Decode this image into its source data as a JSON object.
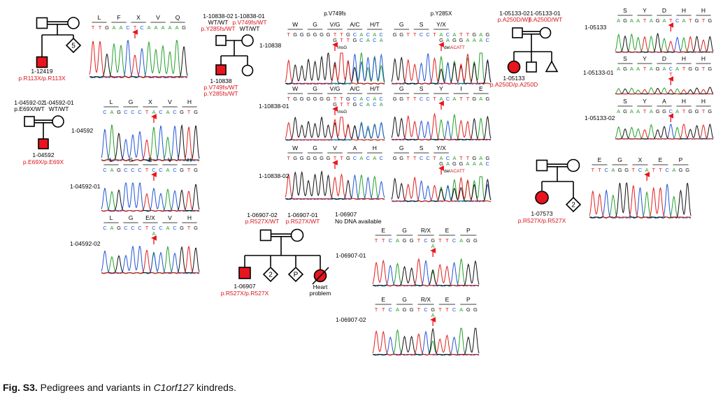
{
  "caption": {
    "label": "Fig. S3.",
    "text_before": " Pedigrees and variants in ",
    "gene": "C1orf127",
    "text_after": " kindreds."
  },
  "colors": {
    "affected": "#e8141e",
    "variant_text": "#d9141c",
    "arrow": "#e8141e",
    "base_A": "#22a02a",
    "base_C": "#2255d6",
    "base_G": "#111111",
    "base_T": "#e0201e"
  },
  "pedigrees": [
    {
      "id": "ped-12419",
      "members": [
        {
          "id": "1-12419",
          "genotype": "p.R113X/p.R113X",
          "affected": true
        }
      ],
      "sibling_count": "5"
    },
    {
      "id": "ped-04592",
      "members": [
        {
          "id": "1-04592-02",
          "genotype": "p.E69X/WT"
        },
        {
          "id": "1-04592-01",
          "genotype": "WT/WT"
        },
        {
          "id": "1-04592",
          "genotype": "p.E69X/p.E69X",
          "affected": true
        }
      ]
    },
    {
      "id": "ped-10838",
      "members": [
        {
          "id": "1-10838-02",
          "genotype_lines": [
            "WT/WT",
            "p.Y285fs/WT"
          ]
        },
        {
          "id": "1-10838-01",
          "genotype_lines": [
            "p.V749fs/WT",
            "WT/WT"
          ]
        },
        {
          "id": "1-10838",
          "genotype_lines": [
            "p.V749fs/WT",
            "p.Y285fs/WT"
          ],
          "affected": true
        }
      ]
    },
    {
      "id": "ped-05133",
      "members": [
        {
          "id": "1-05133-02",
          "genotype": "p.A250D/WT"
        },
        {
          "id": "1-05133-01",
          "genotype": "p.A250D/WT"
        },
        {
          "id": "1-05133",
          "genotype": "p.A250D/p.A250D",
          "affected": true
        }
      ]
    },
    {
      "id": "ped-07573",
      "members": [
        {
          "id": "1-07573",
          "genotype": "p.R527X/p.R527X",
          "affected": true
        }
      ],
      "sibling_count": "2"
    },
    {
      "id": "ped-06907",
      "members": [
        {
          "id": "1-06907-02",
          "genotype": "p.R527X/WT"
        },
        {
          "id": "1-06907-01",
          "genotype": "p.R527X/WT"
        },
        {
          "id": "1-06907",
          "genotype": "p.R527X/p.R527X",
          "affected": true
        }
      ],
      "sibling_count": "2",
      "pregnancy_label": "P",
      "deceased_note": "Heart problem"
    }
  ],
  "traces": [
    {
      "id": "t12419",
      "sample": "",
      "aa": [
        "L",
        "F",
        "X",
        "V",
        "Q"
      ],
      "bases": "TTGAACTCAAAAAG",
      "mut": 6
    },
    {
      "id": "t04592",
      "sample": "1-04592",
      "aa": [
        "L",
        "G",
        "X",
        "V",
        "H"
      ],
      "bases": "CAGCCCTACACGTG",
      "mut": 7
    },
    {
      "id": "t04592_01",
      "sample": "1-04592-01",
      "aa": [
        "L",
        "G",
        "E",
        "V",
        "H"
      ],
      "bases": "CAGCCCTCCACGTG",
      "mut": 7
    },
    {
      "id": "t04592_02",
      "sample": "1-04592-02",
      "aa": [
        "L",
        "G",
        "E/X",
        "V",
        "H"
      ],
      "bases": "CAGCCCTCCACGTG",
      "mut": 7,
      "alt": "A"
    },
    {
      "id": "t10838_v",
      "sample": "1-10838",
      "title": "p.V749fs",
      "aa": [
        "W",
        "G",
        "V/G",
        "A/C",
        "H/T"
      ],
      "bases": "TGGGGGGTTGCACAC",
      "alt_row": "GTTGCACA",
      "alt_start": 7,
      "mut": 7,
      "note": "insG"
    },
    {
      "id": "t10838_y",
      "sample": "",
      "title": "p.Y285X",
      "aa": [
        "G",
        "S",
        "Y/X"
      ],
      "bases": "GGTTCCTACATTGAG",
      "alt_row": "GAGGAAAC",
      "alt_start": 7,
      "mut": 7,
      "note": "delACATT"
    },
    {
      "id": "t10838_01v",
      "sample": "1-10838-01",
      "aa": [
        "W",
        "G",
        "V/G",
        "A/C",
        "H/T"
      ],
      "bases": "TGGGGGGTTGCACAC",
      "alt_row": "GTTGCACA",
      "alt_start": 7,
      "mut": 7,
      "note": "insG"
    },
    {
      "id": "t10838_01y",
      "sample": "",
      "aa": [
        "G",
        "S",
        "Y",
        "I",
        "E"
      ],
      "bases": "GGTTCCTACATTGAG",
      "mut": 7
    },
    {
      "id": "t10838_02v",
      "sample": "1-10838-02",
      "aa": [
        "W",
        "G",
        "V",
        "A",
        "H"
      ],
      "bases": "TGGGGGGTTGCACAC",
      "mut": 7
    },
    {
      "id": "t10838_02y",
      "sample": "",
      "aa": [
        "G",
        "S",
        "Y/X"
      ],
      "bases": "GGTTCCTACATTGAG",
      "alt_row": "GAGGAAAC",
      "alt_start": 7,
      "mut": 7,
      "note": "delACATT"
    },
    {
      "id": "t05133",
      "sample": "1-05133",
      "aa": [
        "S",
        "Y",
        "D",
        "H",
        "H"
      ],
      "bases": "AGAATAGATCATGTG",
      "mut": 8
    },
    {
      "id": "t05133_01",
      "sample": "1-05133-01",
      "aa": [
        "S",
        "Y",
        "D",
        "H",
        "H"
      ],
      "bases": "AGAATAGACATGGTG",
      "mut": 8,
      "alt": "T"
    },
    {
      "id": "t05133_02",
      "sample": "1-05133-02",
      "aa": [
        "S",
        "Y",
        "A",
        "H",
        "H"
      ],
      "bases": "AGAATAGGCATGGTG",
      "mut": 8
    },
    {
      "id": "t07573",
      "sample": "",
      "aa": [
        "E",
        "G",
        "X",
        "E",
        "P"
      ],
      "bases": "TTCAGGTCATTCAGG",
      "mut": 8
    },
    {
      "id": "t06907_01",
      "sample": "1-06907-01",
      "aa": [
        "E",
        "G",
        "R/X",
        "E",
        "P"
      ],
      "bases": "TTCAGGTCGTTCAGG",
      "mut": 8,
      "alt": "A"
    },
    {
      "id": "t06907_02",
      "sample": "1-06907-02",
      "aa": [
        "E",
        "G",
        "R/X",
        "E",
        "P"
      ],
      "bases": "TTCAGGTCGTTCAGG",
      "mut": 8,
      "alt": "A"
    }
  ],
  "no_dna": {
    "sample": "1-06907",
    "text": "No DNA available"
  }
}
